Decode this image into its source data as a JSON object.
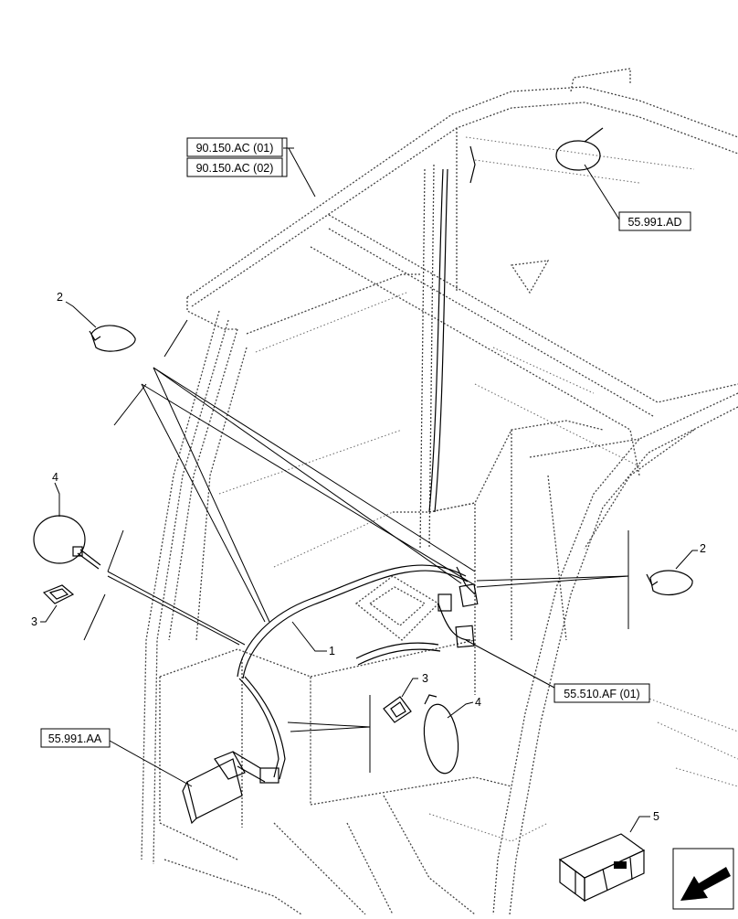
{
  "reference_labels": {
    "ref_90150ac01": "90.150.AC (01)",
    "ref_90150ac02": "90.150.AC (02)",
    "ref_55991ad": "55.991.AD",
    "ref_55991aa": "55.991.AA",
    "ref_55510af01": "55.510.AF (01)"
  },
  "item_callouts": {
    "item_1": "1",
    "item_2_left": "2",
    "item_2_right": "2",
    "item_3_left": "3",
    "item_3_center": "3",
    "item_4_left": "4",
    "item_4_center": "4",
    "item_5": "5"
  },
  "icons": {
    "nav": "arrow-icon",
    "crate": "crate-icon"
  }
}
